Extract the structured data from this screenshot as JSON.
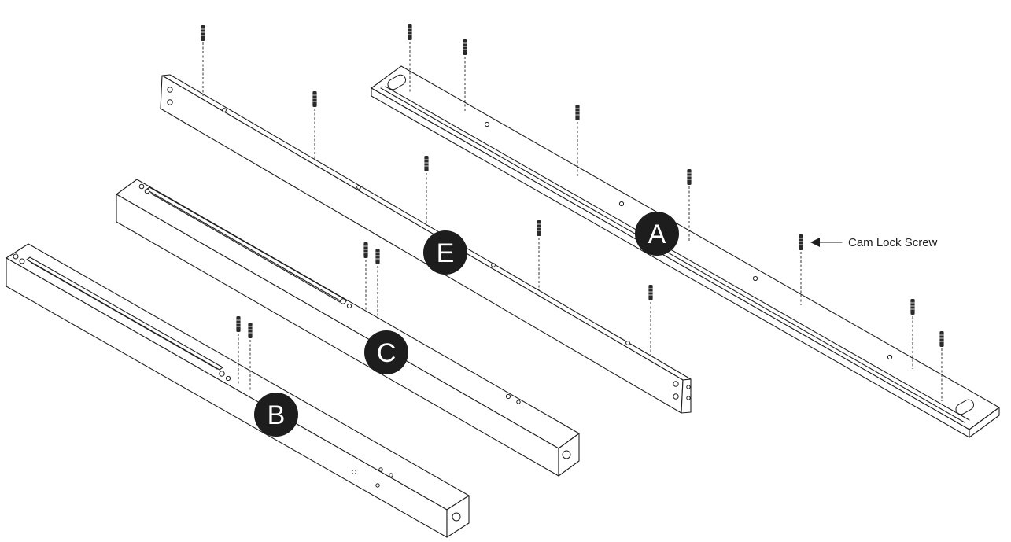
{
  "labels": {
    "part_a": "A",
    "part_b": "B",
    "part_c": "C",
    "part_e": "E"
  },
  "callout": {
    "cam_lock_screw": "Cam Lock Screw"
  },
  "icons": {
    "screw": "cam-lock-screw-icon",
    "arrow": "arrow-left-icon"
  },
  "colors": {
    "line": "#1e1e1e",
    "badge": "#1d1d1d",
    "badge_text": "#ffffff"
  }
}
